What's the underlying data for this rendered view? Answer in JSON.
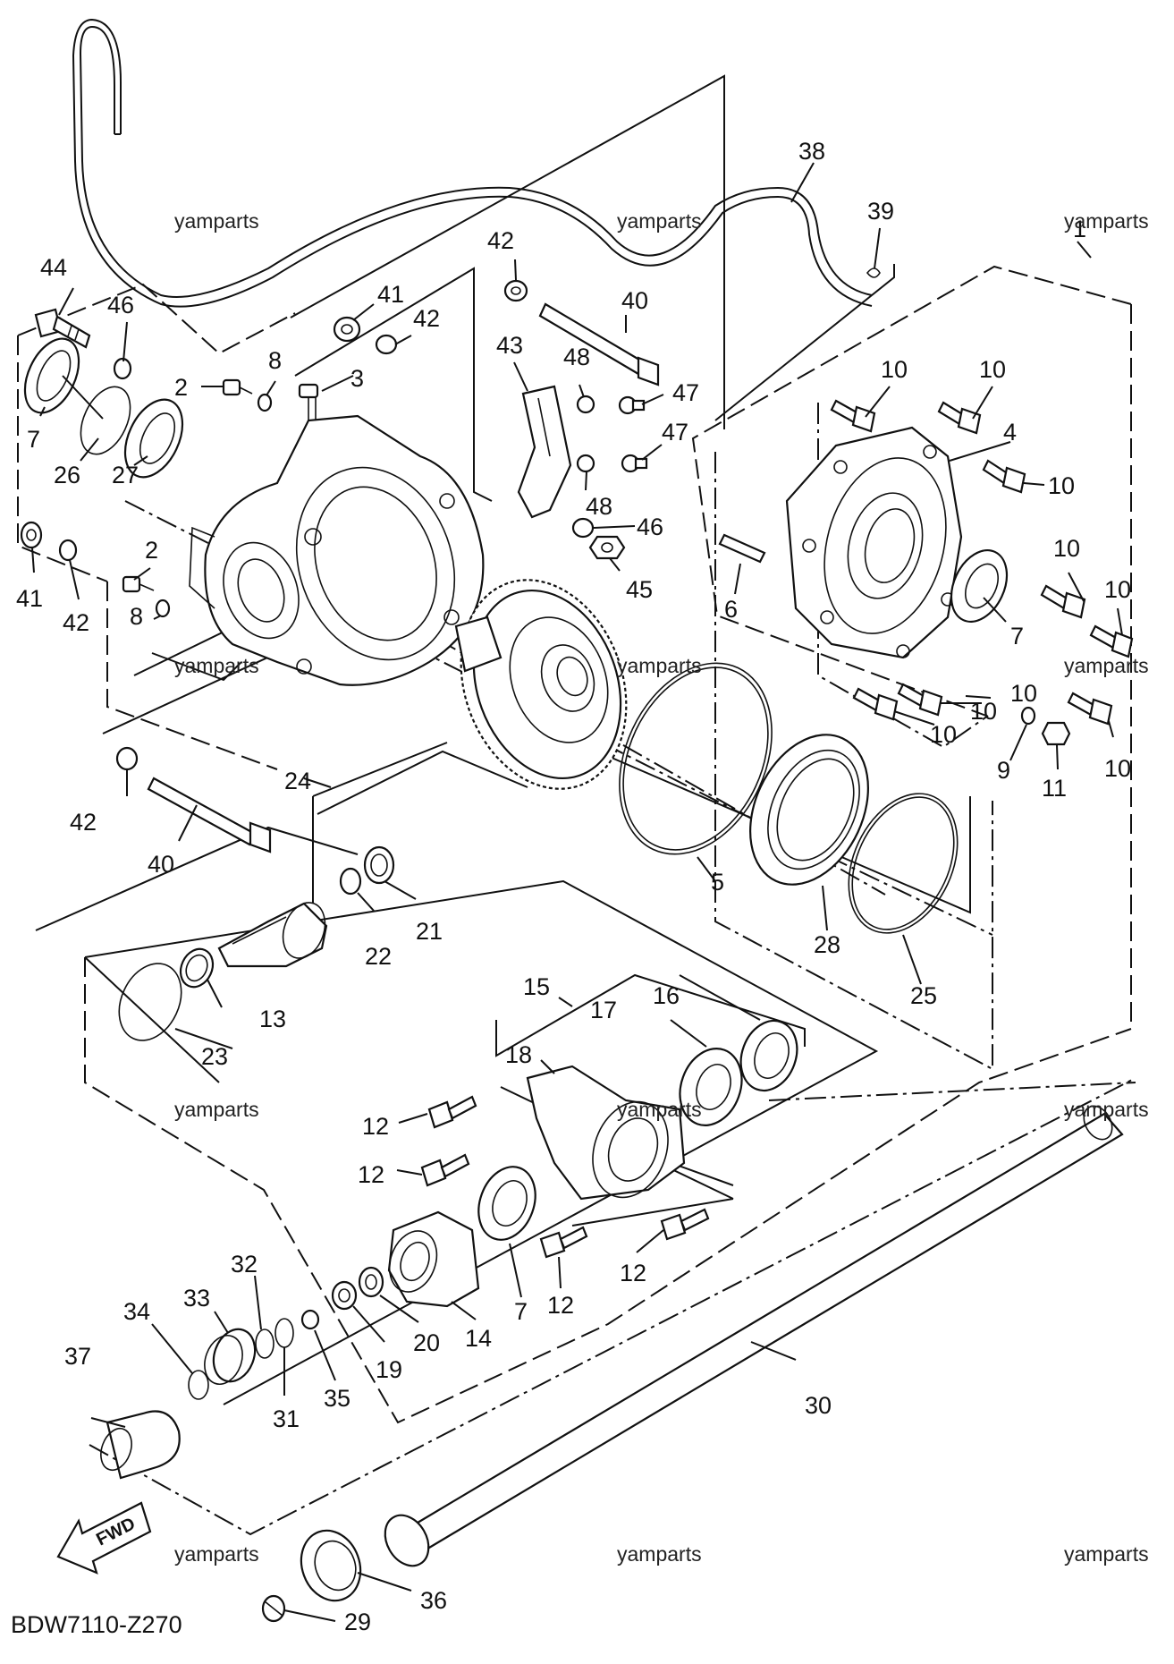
{
  "diagram": {
    "code": "BDW7110-Z270",
    "fwd_label": "FWD",
    "watermark": "yamparts",
    "callouts": {
      "c1": "1",
      "c2a": "2",
      "c2b": "2",
      "c3": "3",
      "c4": "4",
      "c5": "5",
      "c6": "6",
      "c7a": "7",
      "c7b": "7",
      "c7c": "7",
      "c8a": "8",
      "c8b": "8",
      "c9": "9",
      "c10a": "10",
      "c10b": "10",
      "c10c": "10",
      "c10d": "10",
      "c10e": "10",
      "c10f": "10",
      "c10g": "10",
      "c10h": "10",
      "c10i": "10",
      "c11": "11",
      "c12a": "12",
      "c12b": "12",
      "c12c": "12",
      "c12d": "12",
      "c13": "13",
      "c14": "14",
      "c15": "15",
      "c16": "16",
      "c17": "17",
      "c18": "18",
      "c19": "19",
      "c20": "20",
      "c21": "21",
      "c22": "22",
      "c23": "23",
      "c24": "24",
      "c25": "25",
      "c26": "26",
      "c27": "27",
      "c28": "28",
      "c29": "29",
      "c30": "30",
      "c31": "31",
      "c32": "32",
      "c33": "33",
      "c34": "34",
      "c35": "35",
      "c36": "36",
      "c37": "37",
      "c38": "38",
      "c39": "39",
      "c40a": "40",
      "c40b": "40",
      "c41a": "41",
      "c41b": "41",
      "c42a": "42",
      "c42b": "42",
      "c42c": "42",
      "c42d": "42",
      "c43": "43",
      "c44": "44",
      "c45": "45",
      "c46a": "46",
      "c46b": "46",
      "c47a": "47",
      "c47b": "47",
      "c48a": "48",
      "c48b": "48"
    }
  }
}
